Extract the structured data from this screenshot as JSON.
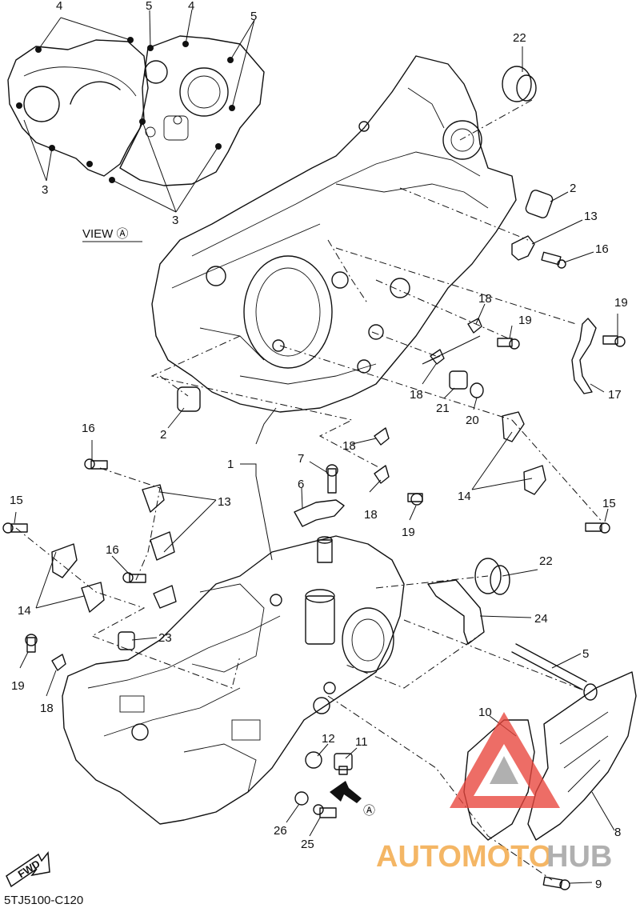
{
  "diagram": {
    "view_label": "VIEW Ⓐ",
    "view_marker": "Ⓐ",
    "fwd_label": "FWD",
    "code": "5TJ5100-C120",
    "callouts": {
      "n1": "1",
      "n2a": "2",
      "n2b": "2",
      "n3a": "3",
      "n3b": "3",
      "n4a": "4",
      "n4b": "4",
      "n5a": "5",
      "n5b": "5",
      "n5c": "5",
      "n6": "6",
      "n7": "7",
      "n8": "8",
      "n9": "9",
      "n10": "10",
      "n11": "11",
      "n12": "12",
      "n13a": "13",
      "n13b": "13",
      "n14a": "14",
      "n14b": "14",
      "n15a": "15",
      "n15b": "15",
      "n16a": "16",
      "n16b": "16",
      "n16c": "16",
      "n17": "17",
      "n18a": "18",
      "n18b": "18",
      "n18c": "18",
      "n18d": "18",
      "n18e": "18",
      "n19a": "19",
      "n19b": "19",
      "n19c": "19",
      "n19d": "19",
      "n20": "20",
      "n21": "21",
      "n22a": "22",
      "n22b": "22",
      "n23": "23",
      "n24": "24",
      "n25": "25",
      "n26": "26"
    },
    "watermark": {
      "part1": "AUTOMOTO",
      "part2": "HUB"
    },
    "colors": {
      "ink": "#111111",
      "watermark_red": "#e8453c",
      "watermark_orange": "#f2a23a",
      "watermark_gray": "#9a9a9a"
    }
  }
}
